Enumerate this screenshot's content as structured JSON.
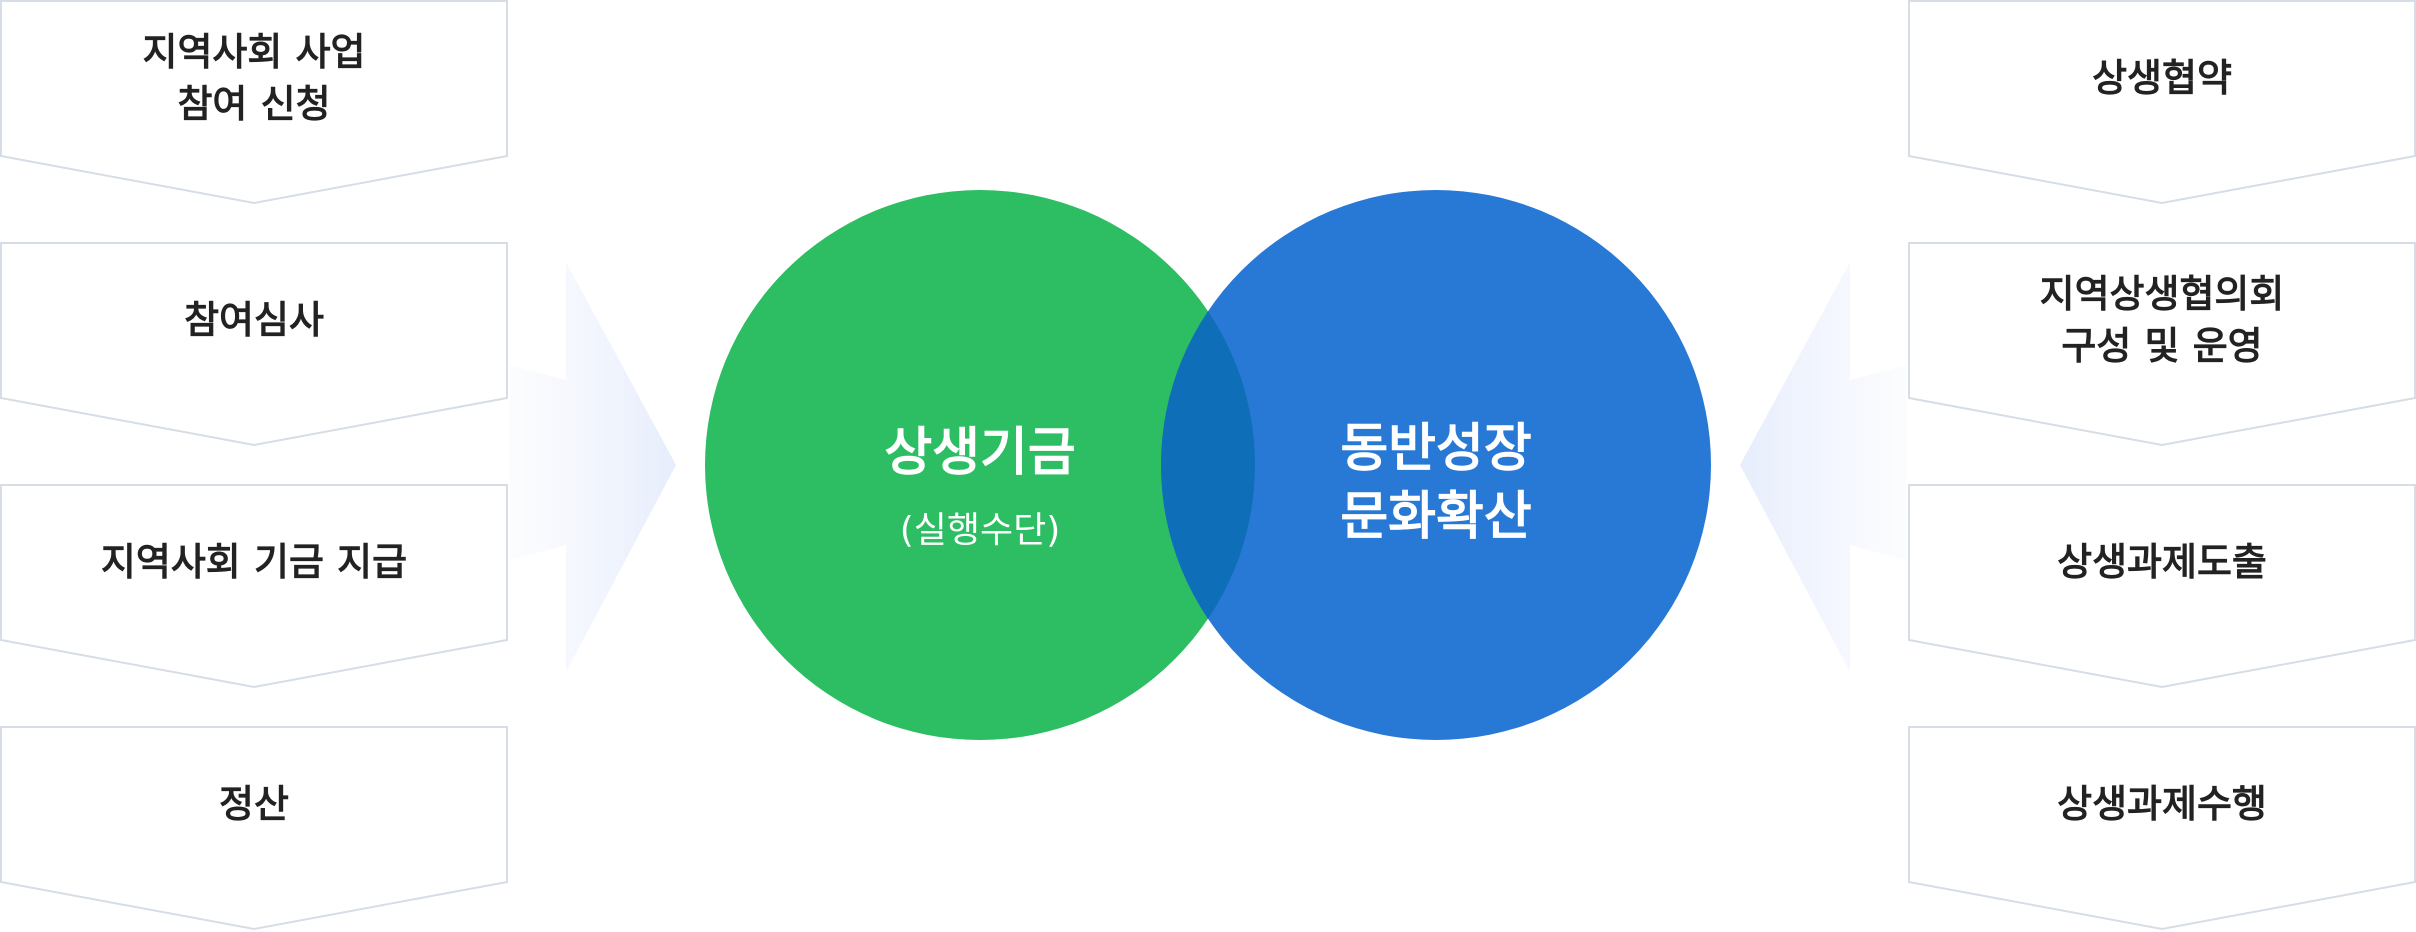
{
  "left_steps": [
    {
      "label": "지역사회 사업\n참여 신청"
    },
    {
      "label": "참여심사"
    },
    {
      "label": "지역사회 기금 지급"
    },
    {
      "label": "정산"
    }
  ],
  "right_steps": [
    {
      "label": "상생협약"
    },
    {
      "label": "지역상생협의회\n구성 및 운영"
    },
    {
      "label": "상생과제도출"
    },
    {
      "label": "상생과제수행"
    }
  ],
  "left_circle": {
    "title": "상생기금",
    "subtitle": "(실행수단)",
    "color": "#2DBD63"
  },
  "right_circle": {
    "title": "동반성장\n문화확산",
    "color": "#2879D6"
  },
  "overlap_color": "#0E6EB8",
  "colors": {
    "step_border": "#D6DDE6",
    "left_glow": "#E7F4E9",
    "right_glow": "#E4ECFA",
    "arrow": "#EAF0FC"
  }
}
